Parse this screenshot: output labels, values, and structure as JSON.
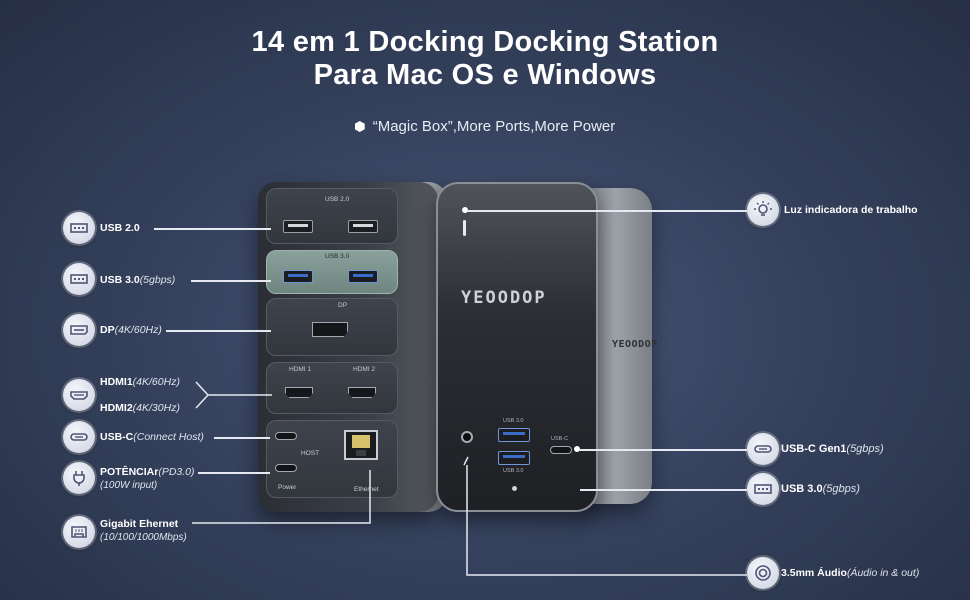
{
  "header": {
    "title_line1": "14 em 1 Docking Docking Station",
    "title_line2": "Para Mac OS e Windows",
    "tagline": "“Magic Box”,More Ports,More Power"
  },
  "left_callouts": {
    "usb20": {
      "label": "USB 2.0",
      "icon": "usb-a-icon"
    },
    "usb30": {
      "label": "USB 3.0",
      "spec": "(5gbps)",
      "icon": "usb-a-icon"
    },
    "dp": {
      "label": "DP",
      "spec": "(4K/60Hz)",
      "icon": "displayport-icon"
    },
    "hdmi1": {
      "label": "HDMI1",
      "spec": "(4K/60Hz)"
    },
    "hdmi2": {
      "label": "HDMI2",
      "spec": "(4K/30Hz)",
      "icon": "hdmi-icon"
    },
    "usbc": {
      "label": "USB-C",
      "spec": "(Connect Host)",
      "icon": "usb-c-icon"
    },
    "power": {
      "label": "POTÊNCIAr",
      "spec": "(PD3.0)",
      "sub": "(100W input)",
      "icon": "power-plug-icon"
    },
    "ethernet": {
      "label": "Gigabit Ehernet",
      "sub": "(10/100/1000Mbps)",
      "icon": "ethernet-icon"
    }
  },
  "right_callouts": {
    "led": {
      "label": "Luz indicadora de trabalho",
      "icon": "light-bulb-icon"
    },
    "usbc_gen1": {
      "label": "USB-C Gen1",
      "spec": "(5gbps)",
      "icon": "usb-c-icon"
    },
    "usb30": {
      "label": "USB 3.0",
      "spec": "(5gbps)",
      "icon": "usb-a-icon"
    },
    "audio": {
      "label": "3.5mm Áudio",
      "spec": "(Áudio in & out)",
      "icon": "audio-jack-icon"
    }
  },
  "device": {
    "brand": "YEOODOP",
    "port_labels": {
      "usb20": "USB 2.0",
      "usb30": "USB 3.0",
      "dp": "DP",
      "hdmi1": "HDMI 1",
      "hdmi2": "HDMI 2",
      "host": "HOST",
      "power": "Power",
      "ethernet": "Ethernet",
      "front_usb_top": "USB 3.0",
      "front_usb_bottom": "USB 3.0",
      "front_usbc": "USB-C"
    }
  },
  "colors": {
    "background": "#36425e",
    "icon_bg": "#e1e5ef",
    "line": "#e6e9f1",
    "usb3_blue": "#3a6cc8"
  }
}
